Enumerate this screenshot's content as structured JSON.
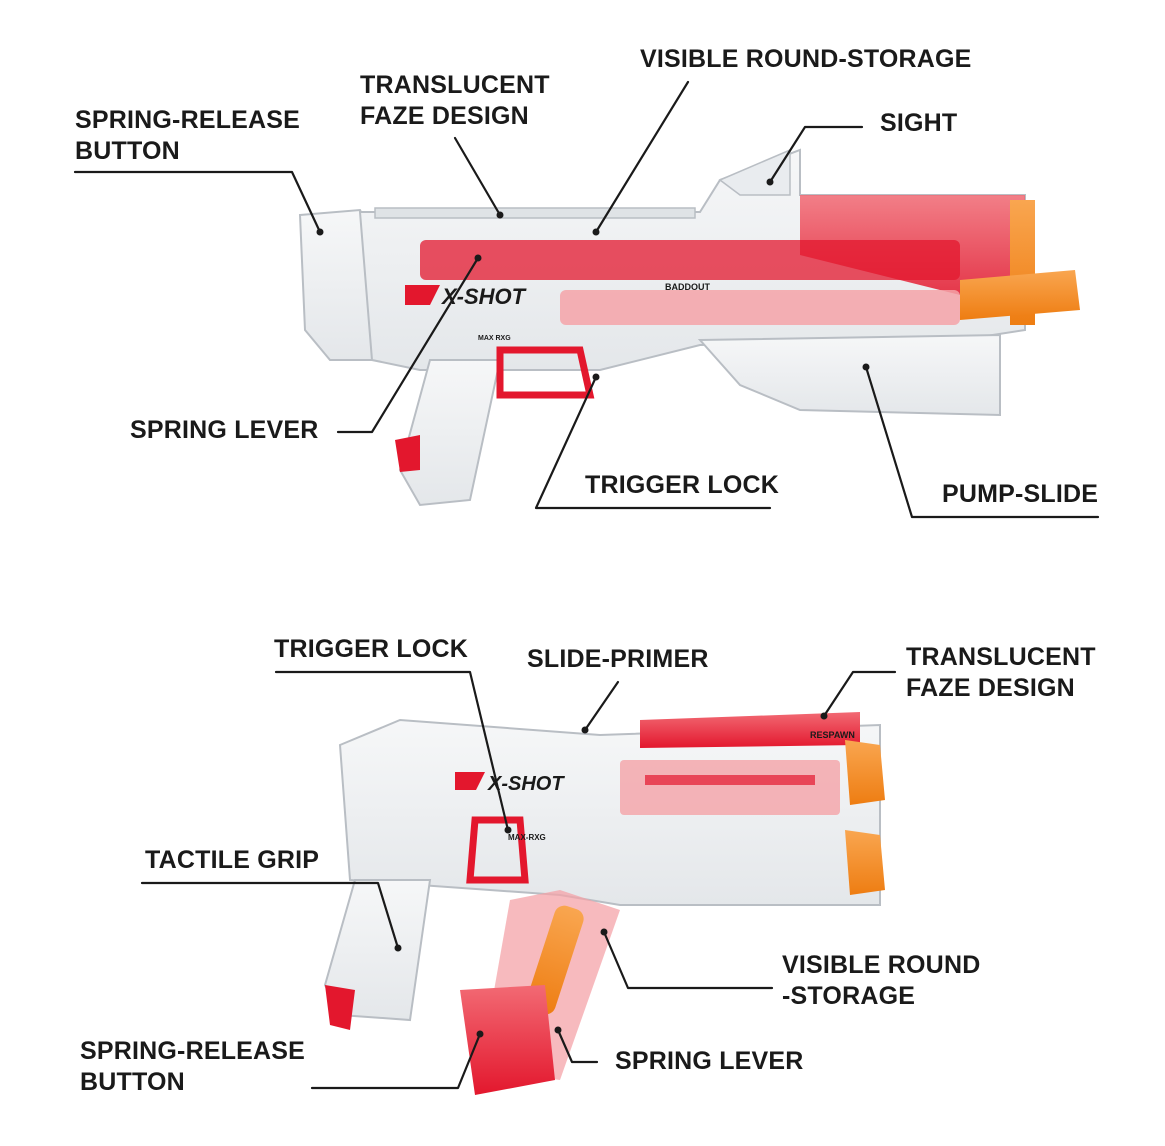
{
  "colors": {
    "accent_red": "#e3172d",
    "light_red": "#f4a3a8",
    "orange_tip": "#f7902a",
    "clear_body": "#eef0f2",
    "outline": "#b9bec4",
    "label_text": "#1a1a1a"
  },
  "blaster_top": {
    "brand": "X-SHOT",
    "side_text_1": "BADDOUT",
    "side_text_2": "MAX RXG",
    "labels": {
      "spring_release_button": [
        "SPRING-RELEASE",
        "BUTTON"
      ],
      "translucent_faze_design": [
        "TRANSLUCENT",
        "FAZE DESIGN"
      ],
      "visible_round_storage": [
        "VISIBLE ROUND-STORAGE"
      ],
      "sight": [
        "SIGHT"
      ],
      "spring_lever": [
        "SPRING LEVER"
      ],
      "trigger_lock": [
        "TRIGGER LOCK"
      ],
      "pump_slide": [
        "PUMP-SLIDE"
      ]
    }
  },
  "blaster_bottom": {
    "brand": "X-SHOT",
    "side_text_1": "RESPAWN",
    "side_text_2": "MAX-RXG",
    "labels": {
      "trigger_lock": [
        "TRIGGER LOCK"
      ],
      "slide_primer": [
        "SLIDE-PRIMER"
      ],
      "translucent_faze_design": [
        "TRANSLUCENT",
        "FAZE DESIGN"
      ],
      "tactile_grip": [
        "TACTILE GRIP"
      ],
      "visible_round_storage": [
        "VISIBLE ROUND",
        "-STORAGE"
      ],
      "spring_release_button": [
        "SPRING-RELEASE",
        "BUTTON"
      ],
      "spring_lever": [
        "SPRING LEVER"
      ]
    }
  }
}
